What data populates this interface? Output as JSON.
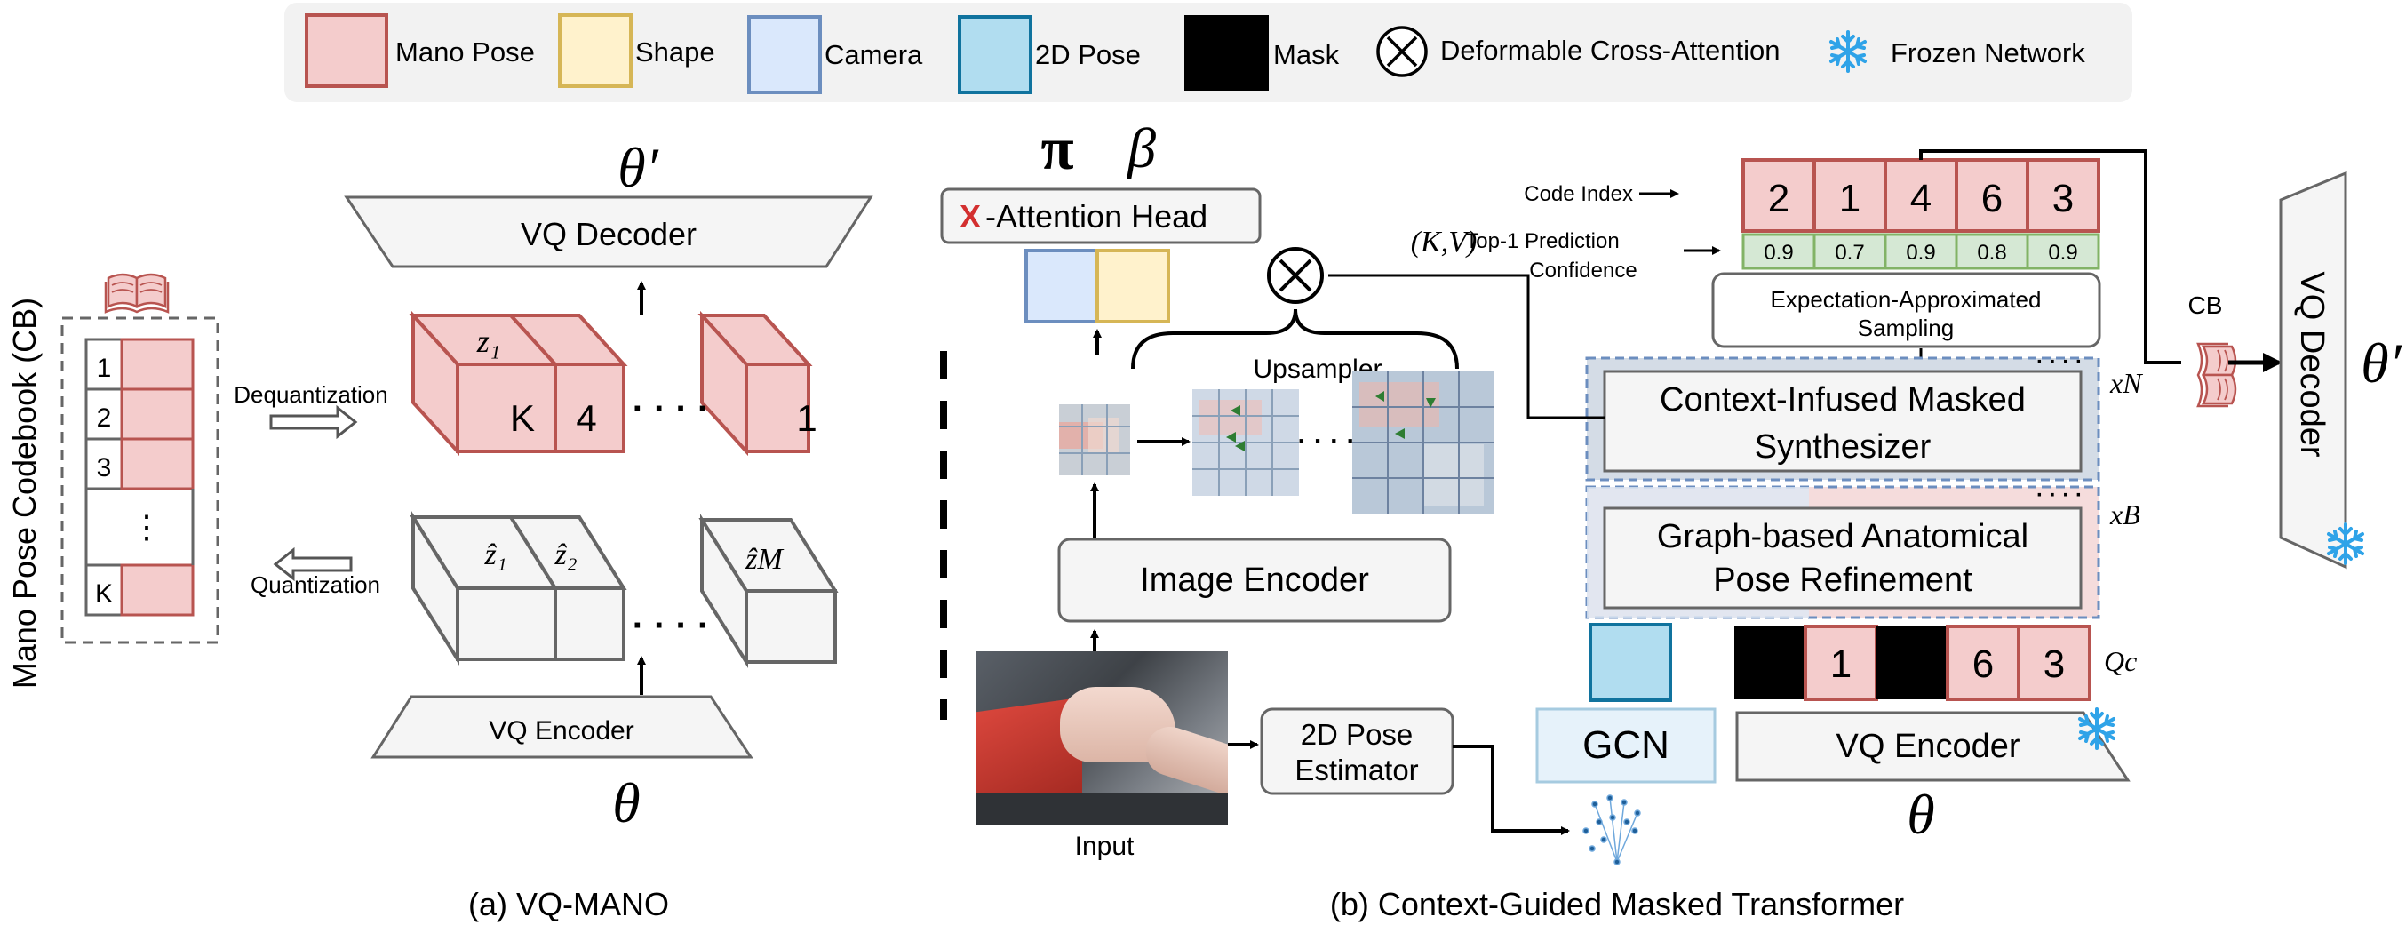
{
  "colors": {
    "mano_fill": "#f4cccc",
    "mano_stroke": "#b85450",
    "shape_fill": "#fff2cc",
    "shape_stroke": "#d6b656",
    "camera_fill": "#dae8fc",
    "camera_stroke": "#6c8ebf",
    "pose2d_fill": "#b1ddf0",
    "pose2d_stroke": "#10739e",
    "gray_fill": "#f5f5f5",
    "gray_stroke": "#666666",
    "conf_fill": "#d5e8d4",
    "conf_stroke": "#82b366",
    "accent_red": "#d32f2f",
    "snow_blue": "#2fa3e8",
    "gcn_fill": "#e6f2fa",
    "gcn_stroke": "#a6cbe0"
  },
  "legend": {
    "mano_pose": "Mano Pose",
    "shape": "Shape",
    "camera": "Camera",
    "pose_2d": "2D Pose",
    "mask": "Mask",
    "otimes": "⊗",
    "cross_attention": "Deformable Cross-Attention",
    "frozen": "Frozen Network",
    "icons": [
      "otimes-icon",
      "snowflake-icon"
    ]
  },
  "part_a": {
    "caption": "(a) VQ-MANO",
    "codebook_label": "Mano Pose Codebook (CB)",
    "codebook_rows": [
      "1",
      "2",
      "3",
      "⋮",
      "K"
    ],
    "dequantization": "Dequantization",
    "quantization": "Quantization",
    "theta_prime": "θ′",
    "theta": "θ",
    "vq_decoder": "VQ Decoder",
    "vq_encoder": "VQ Encoder",
    "z1": "z₁",
    "top_cube_labels": [
      "K",
      "4",
      "1"
    ],
    "hat_labels": [
      "ẑ₁",
      "ẑ₂",
      "ẑM"
    ],
    "dots": "· · · ·"
  },
  "part_b": {
    "caption": "(b) Context-Guided Masked Transformer",
    "pi": "π",
    "beta": "β",
    "x_mark": "X",
    "attention_head": "-Attention Head",
    "kv": "(K,V)",
    "upsampler": "Upsampler",
    "image_encoder": "Image Encoder",
    "input": "Input",
    "pose_estimator": [
      "2D Pose",
      "Estimator"
    ],
    "gcn": "GCN",
    "code_index_label": "Code Index",
    "code_index": [
      "2",
      "1",
      "4",
      "6",
      "3"
    ],
    "confidence_label": [
      "Top-1 Prediction",
      "Confidence"
    ],
    "confidence": [
      "0.9",
      "0.7",
      "0.9",
      "0.8",
      "0.9"
    ],
    "expectation": [
      "Expectation-Approximated",
      "Sampling"
    ],
    "synthesizer": [
      "Context-Infused Masked",
      "Synthesizer"
    ],
    "xN": "xN",
    "refinement": [
      "Graph-based Anatomical",
      "Pose Refinement"
    ],
    "xB": "xB",
    "masked_tokens": [
      "",
      "1",
      "",
      "6",
      "3"
    ],
    "qc": "Qc",
    "vq_encoder": "VQ Encoder",
    "theta": "θ",
    "cb": "CB",
    "vq_decoder": "VQ Decoder",
    "theta_prime": "θ′",
    "dots_small": "· · · ·",
    "dots_mid": "· · · ·"
  }
}
